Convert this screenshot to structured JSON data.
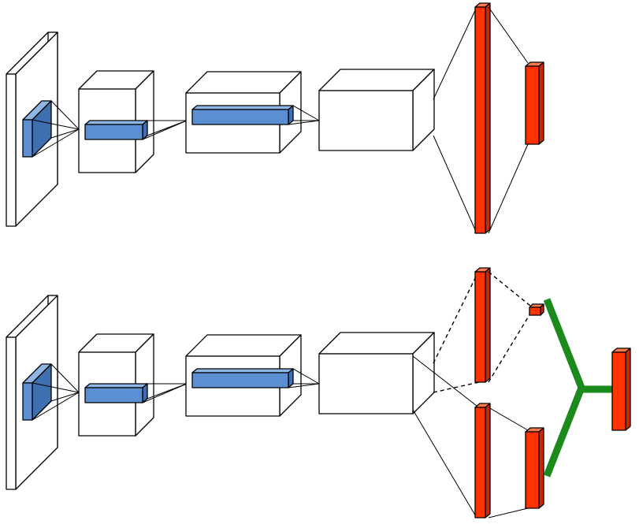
{
  "colors": {
    "background": "#ffffff",
    "outline": "#000000",
    "box_face": "#ffffff",
    "filter_front": "#5b8fd2",
    "filter_top": "#8fb7e6",
    "filter_side": "#3e6fb0",
    "fc_front": "#ff3300",
    "fc_top": "#ff7a4d",
    "fc_side": "#cc2900",
    "merge": "#1a8a1a"
  },
  "diagrams": [
    {
      "name": "single-branch-network",
      "layers": [
        "input-slab",
        "conv-1",
        "conv-2",
        "conv-3",
        "conv-4",
        "fc-1",
        "fc-2"
      ]
    },
    {
      "name": "two-branch-network",
      "layers": [
        "input-slab",
        "conv-1",
        "conv-2",
        "conv-3",
        "conv-4",
        "fc-upper-1",
        "fc-upper-2",
        "fc-lower-1",
        "fc-lower-2",
        "merge",
        "fc-output"
      ],
      "upper_branch_connection": "dashed",
      "lower_branch_connection": "solid"
    }
  ]
}
